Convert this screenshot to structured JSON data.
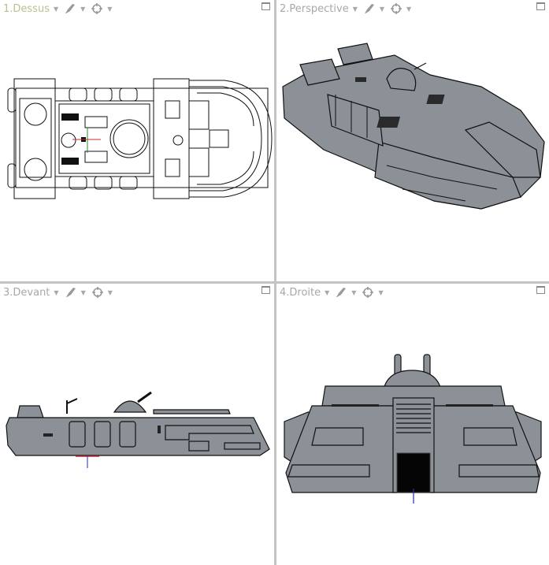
{
  "viewports": [
    {
      "id": 1,
      "label": "1.Dessus",
      "active": true,
      "shading": "wireframe"
    },
    {
      "id": 2,
      "label": "2.Perspective",
      "active": false,
      "shading": "shaded"
    },
    {
      "id": 3,
      "label": "3.Devant",
      "active": false,
      "shading": "shaded"
    },
    {
      "id": 4,
      "label": "4.Droite",
      "active": false,
      "shading": "shaded"
    }
  ],
  "toolbar_icons": [
    "display-mode-icon",
    "snap-target-icon"
  ],
  "colors": {
    "active_label": "#b6c48e",
    "inactive_label": "#a8a8a8",
    "divider": "#c4c4c4",
    "model_fill": "#8b9197",
    "model_outline": "#1a1a1a",
    "axis_blue": "#2a2aa8",
    "axis_red": "#c03030"
  }
}
